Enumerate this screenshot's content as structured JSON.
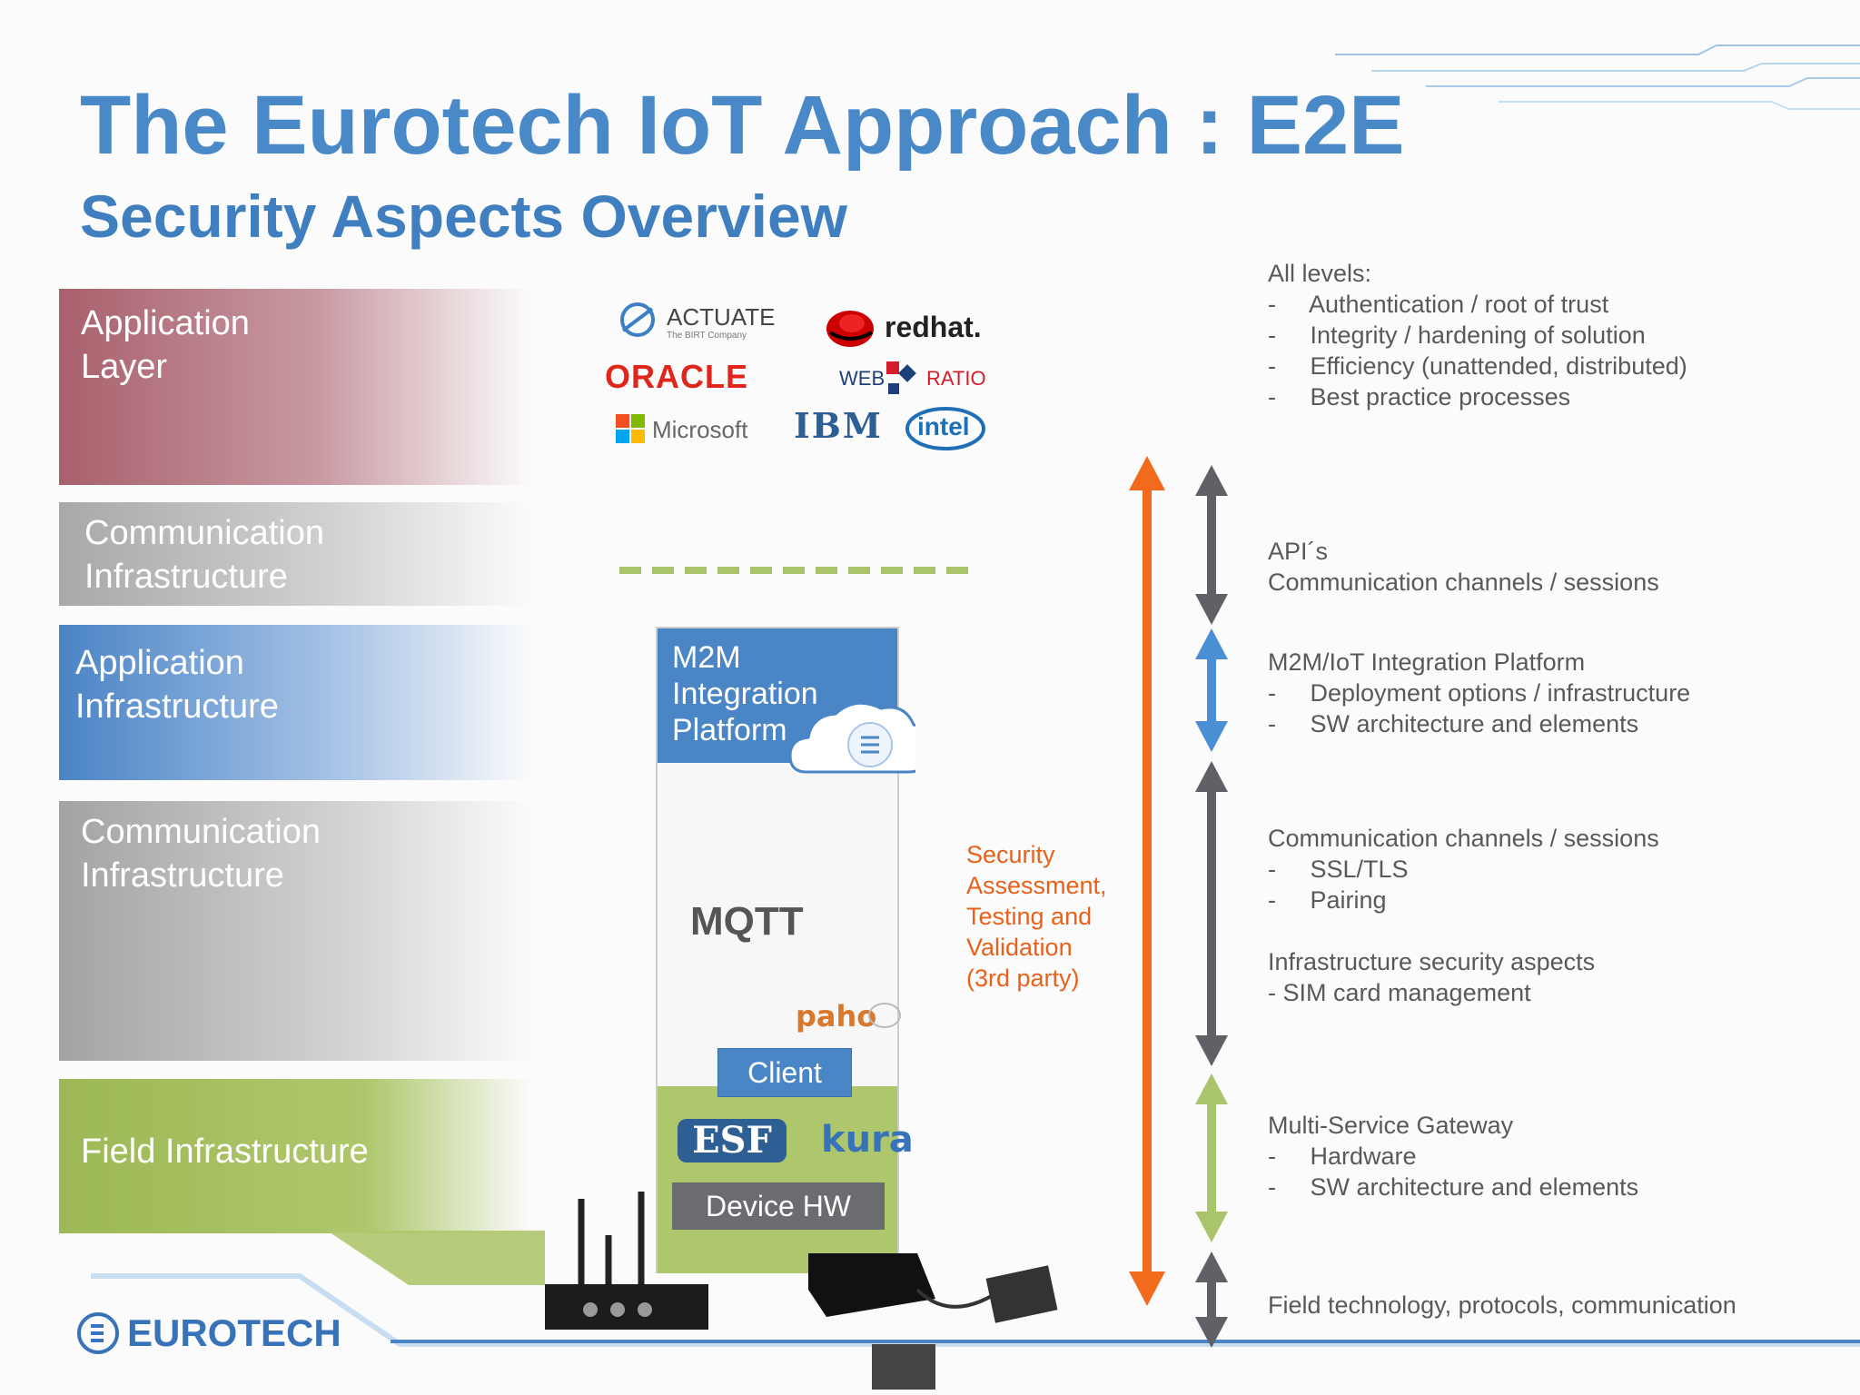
{
  "title": "The Eurotech IoT Approach : E2E",
  "subtitle": "Security Aspects Overview",
  "layers": [
    {
      "line1": "Application",
      "line2": "Layer"
    },
    {
      "line1": "Communication",
      "line2": "Infrastructure"
    },
    {
      "line1": "Application",
      "line2": "Infrastructure"
    },
    {
      "line1": "Communication",
      "line2": "Infrastructure"
    },
    {
      "line1": "Field Infrastructure",
      "line2": ""
    }
  ],
  "partner_logos": [
    "ACTUATE",
    "The BIRT Company",
    "redhat.",
    "ORACLE",
    "WEB",
    "RATIO",
    "Microsoft",
    "IBM",
    "intel"
  ],
  "stack": {
    "m2m": [
      "M2M",
      "Integration",
      "Platform"
    ],
    "mqtt": "MQTT",
    "paho": "paho",
    "client": "Client",
    "esf": "ESF",
    "kura": "kura",
    "device_hw": "Device HW"
  },
  "security": [
    "Security",
    "Assessment,",
    "Testing and",
    "Validation",
    "(3rd party)"
  ],
  "right_text": {
    "all_levels": [
      "All levels:",
      "-     Authentication / root of trust",
      "-     Integrity / hardening of solution",
      "-     Efficiency (unattended, distributed)",
      "-     Best practice processes"
    ],
    "apis": [
      "API´s",
      "Communication channels / sessions"
    ],
    "m2m": [
      "M2M/IoT Integration Platform",
      "-     Deployment options / infrastructure",
      "-     SW architecture and elements"
    ],
    "comm": [
      "Communication channels / sessions",
      "-     SSL/TLS",
      "-     Pairing"
    ],
    "infra": [
      "Infrastructure security aspects",
      "- SIM card management"
    ],
    "gateway": [
      "Multi-Service Gateway",
      "-     Hardware",
      "-     SW architecture and elements"
    ],
    "field": [
      "Field technology, protocols, communication"
    ]
  },
  "brand": "EUROTECH",
  "colors": {
    "title": "#4a89c8",
    "orange": "#f26a1b",
    "gray_arrow": "#5f6166",
    "blue_arrow": "#4a8fd4",
    "green_arrow": "#a9c46a"
  }
}
